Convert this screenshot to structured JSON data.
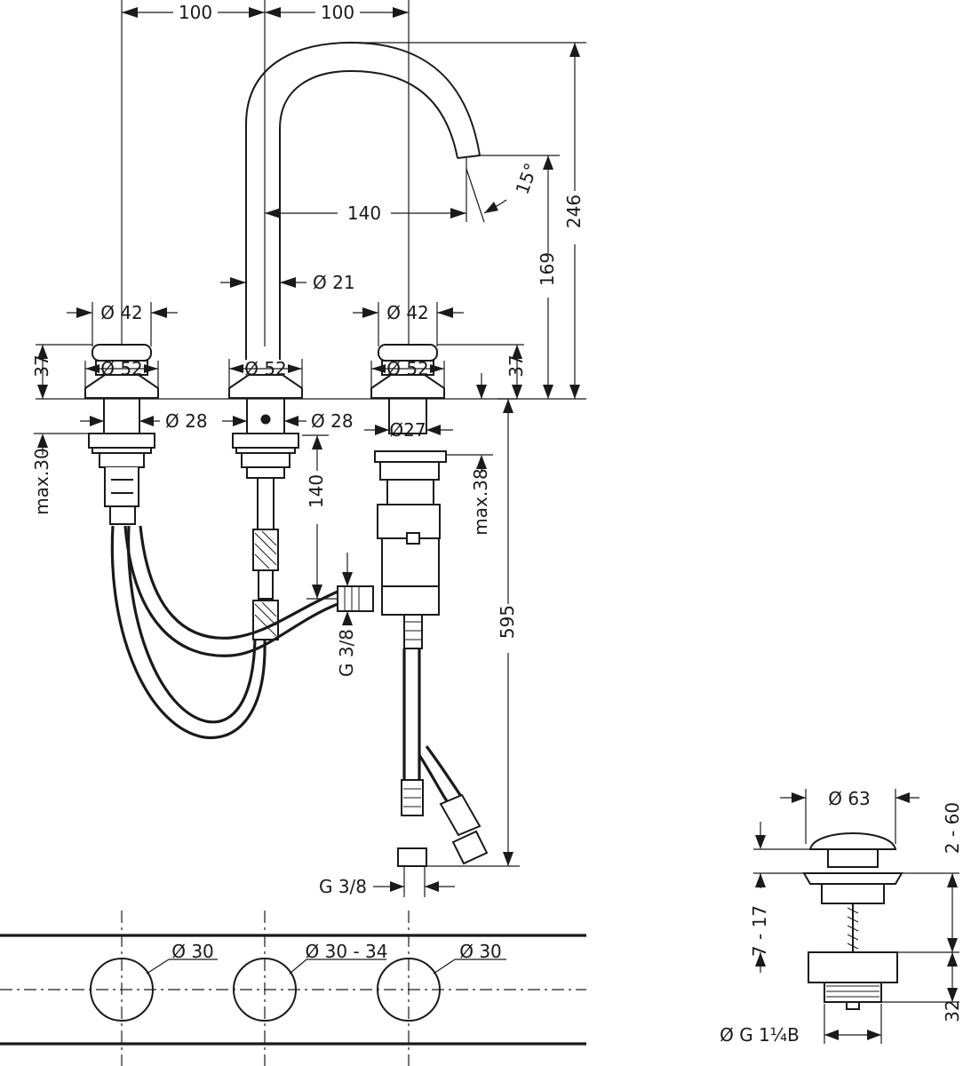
{
  "dimensions": {
    "spacing_left": "100",
    "spacing_right": "100",
    "spout_reach": "140",
    "spout_angle": "15°",
    "spout_diameter": "Ø 21",
    "handle_top_left": "Ø 42",
    "handle_top_right": "Ø 42",
    "rosette_left": "Ø 52",
    "rosette_center": "Ø 52",
    "rosette_right": "Ø 52",
    "handle_height_left": "37",
    "handle_height_right": "37",
    "shank_left": "Ø 28",
    "shank_center": "Ø 28",
    "shank_right": "Ø27",
    "total_height": "246",
    "spout_height": "169",
    "hose_length": "595",
    "spout_hose_offset": "140",
    "max_deck_left": "max.30",
    "max_deck_right": "max.38",
    "connection_thread_side": "G 3/8",
    "connection_thread_bottom": "G 3/8",
    "hole_left": "Ø 30",
    "hole_center": "Ø 30 - 34",
    "hole_right": "Ø 30",
    "drain_diameter": "Ø 63",
    "drain_lift": "2 - 60",
    "drain_deck": "7 - 17",
    "drain_thread_height": "32",
    "drain_thread": "Ø G 1¼B"
  }
}
